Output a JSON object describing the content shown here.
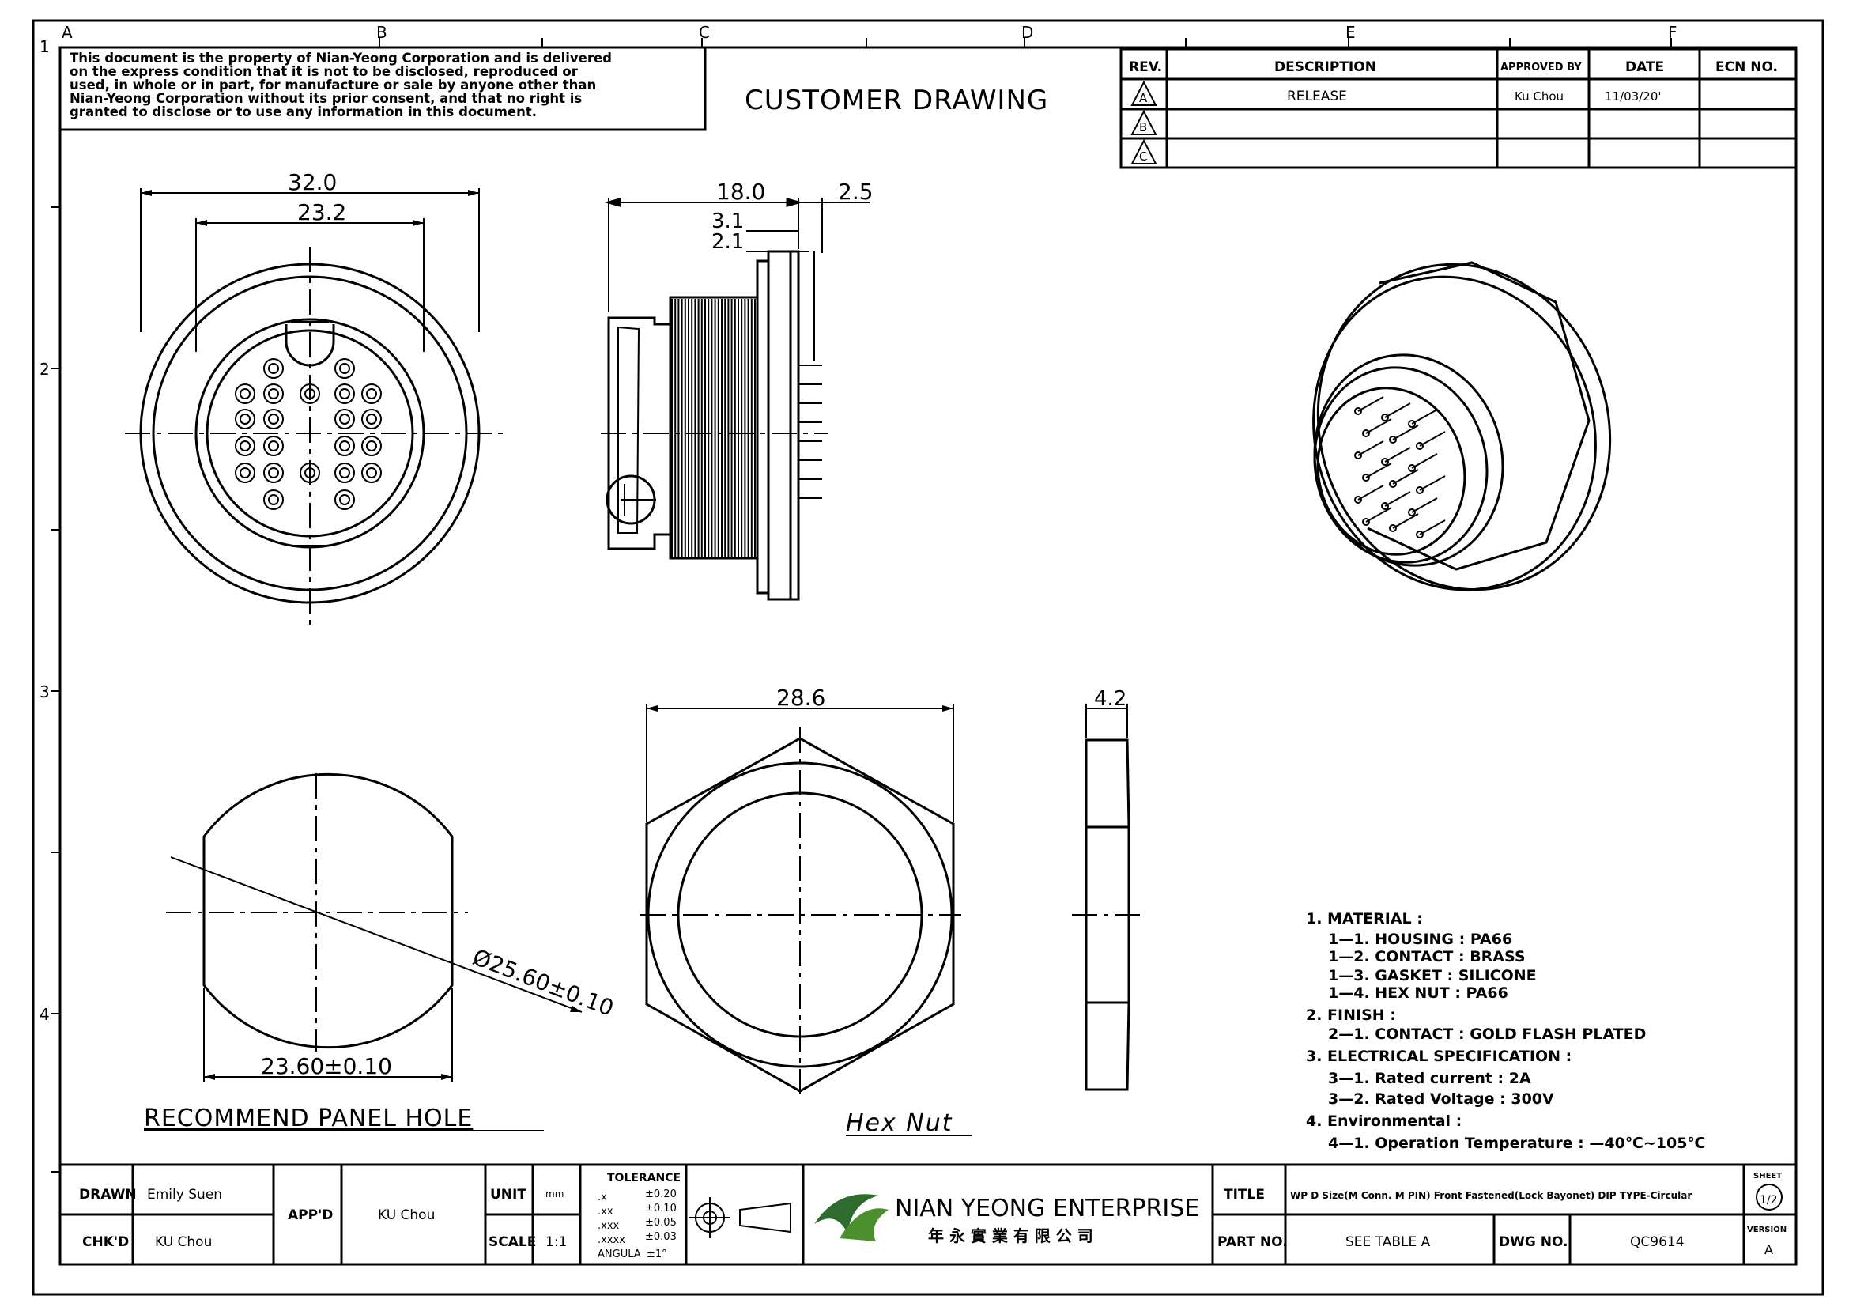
{
  "title": "CUSTOMER DRAWING",
  "notice_lines": [
    "This document is the property of Nian-Yeong Corporation and is delivered",
    "on  the  express condition that it is not to be disclosed, reproduced or",
    "used, in whole or in part, for manufacture or sale by anyone other than",
    "Nian-Yeong Corporation without  its prior consent, and that  no right  is",
    "granted to disclose or to use any information in this  document."
  ],
  "grid": {
    "columns": [
      "A",
      "B",
      "C",
      "D",
      "E",
      "F"
    ],
    "rows": [
      "1",
      "2",
      "3",
      "4"
    ]
  },
  "revision_table": {
    "headers": [
      "REV.",
      "DESCRIPTION",
      "APPROVED BY",
      "DATE",
      "ECN NO."
    ],
    "rows": [
      {
        "rev": "A",
        "description": "RELEASE",
        "approved_by": "Ku Chou",
        "date": "11/03/20'",
        "ecn": ""
      },
      {
        "rev": "B",
        "description": "",
        "approved_by": "",
        "date": "",
        "ecn": ""
      },
      {
        "rev": "C",
        "description": "",
        "approved_by": "",
        "date": "",
        "ecn": ""
      }
    ]
  },
  "dimensions": {
    "front_outer": "32.0",
    "front_inner": "23.2",
    "side_length": "18.0",
    "side_flange": "2.5",
    "side_a": "3.1",
    "side_b": "2.1",
    "hex_width": "28.6",
    "hex_thickness": "4.2",
    "panel_diameter": "Ø25.60±0.10",
    "panel_flat": "23.60±0.10"
  },
  "view_labels": {
    "panel_hole": "RECOMMEND  PANEL  HOLE",
    "hex_nut": "Hex  Nut"
  },
  "notes": [
    "1.  MATERIAL  :",
    "1—1.  HOUSING  :  PA66",
    "1—2.  CONTACT  :  BRASS",
    "1—3.  GASKET  :  SILICONE",
    "1—4.  HEX  NUT  :  PA66",
    "2.  FINISH  :",
    "2—1.  CONTACT  :  GOLD  FLASH  PLATED",
    "3.  ELECTRICAL  SPECIFICATION  :",
    "3—1.  Rated  current  :  2A",
    "3—2.  Rated  Voltage  :  300V",
    "4.  Environmental  :",
    "4—1.  Operation  Temperature  :  —40℃~105℃"
  ],
  "title_block": {
    "drawn_label": "DRAWN",
    "drawn_value": "Emily Suen",
    "chkd_label": "CHK'D",
    "chkd_value": "KU Chou",
    "appd_label": "APP'D",
    "appd_value": "KU Chou",
    "unit_label": "UNIT",
    "unit_value": "mm",
    "scale_label": "SCALE",
    "scale_value": "1:1",
    "tolerance_label": "TOLERANCE",
    "tolerances": [
      {
        "k": ".x",
        "v": "±0.20"
      },
      {
        "k": ".xx",
        "v": "±0.10"
      },
      {
        "k": ".xxx",
        "v": "±0.05"
      },
      {
        "k": ".xxxx",
        "v": "±0.03"
      },
      {
        "k": "ANGULA",
        "v": "±1°"
      }
    ],
    "company_en": "NIAN YEONG ENTERPRISE",
    "company_zh": "年 永 實 業 有 限 公 司",
    "title_label": "TITLE",
    "title_value": "WP D Size(M Conn. M PIN) Front Fastened(Lock Bayonet) DIP TYPE-Circular",
    "part_no_label": "PART NO.",
    "part_no_value": "SEE TABLE A",
    "dwg_no_label": "DWG NO.",
    "dwg_no_value": "QC9614",
    "sheet_label": "SHEET",
    "sheet_value": "1/2",
    "version_label": "VERSION",
    "version_value": "A"
  }
}
